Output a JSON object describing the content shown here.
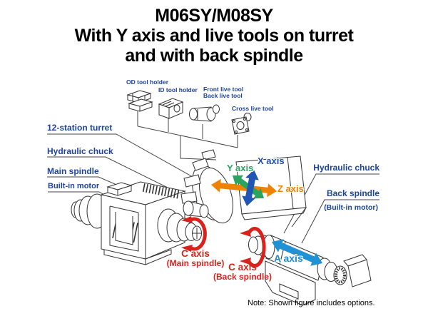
{
  "title": {
    "line1": "M06SY/M08SY",
    "line2": "With Y axis and live tools on turret",
    "line3": "and with back spindle"
  },
  "tool_labels": {
    "od": "OD tool holder",
    "id": "ID tool holder",
    "front": "Front live tool",
    "back": "Back live tool",
    "cross": "Cross live tool"
  },
  "left_labels": {
    "turret": "12-station turret",
    "hydraulic_chuck": "Hydraulic chuck",
    "main_spindle": "Main spindle",
    "built_in_motor": "Built-in motor"
  },
  "right_labels": {
    "hydraulic_chuck": "Hydraulic chuck",
    "back_spindle": "Back spindle",
    "built_in_motor": "(Built-in motor)"
  },
  "axes": {
    "x": "X axis",
    "y": "Y axis",
    "z": "Z axis",
    "a": "A axis",
    "c_main": "C axis",
    "c_main_sub": "(Main spindle)",
    "c_back": "C axis",
    "c_back_sub": "(Back spindle)"
  },
  "note": "Note: Shown figure includes options.",
  "colors": {
    "label_blue": "#1c44a0",
    "x_axis_blue": "#2156b6",
    "y_axis_green": "#2aa45f",
    "z_axis_orange": "#ef8200",
    "a_axis_blue": "#2191d5",
    "c_axis_red": "#d8231d",
    "line_art": "#333333"
  }
}
